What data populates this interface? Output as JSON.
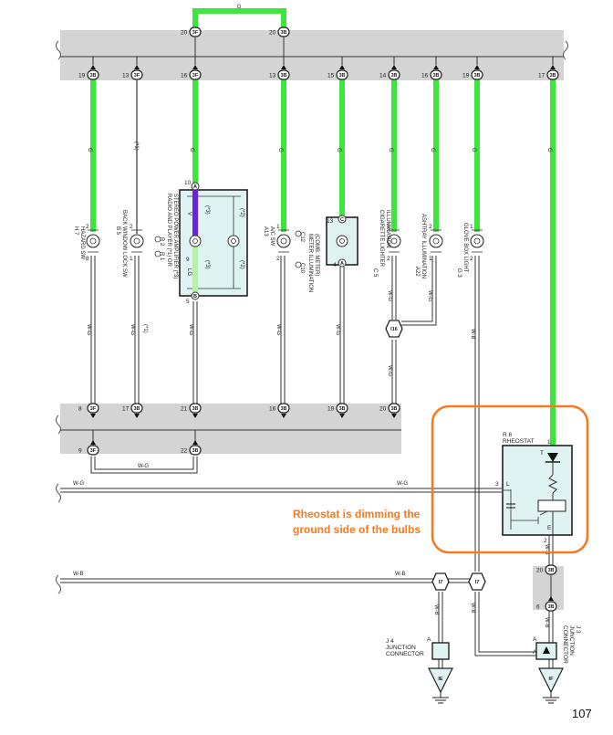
{
  "page_number": "107",
  "annotation": {
    "line1": "Rheostat is dimming the",
    "line2": "ground side of the bulbs"
  },
  "wire_colors": {
    "g": "G",
    "wg": "W-G",
    "wb": "W-B",
    "lg": "LG",
    "v": "V"
  },
  "top_connectors": {
    "top_left": {
      "pin": "20",
      "id": "3F"
    },
    "top_right": {
      "pin": "20",
      "id": "3B"
    },
    "row": [
      {
        "pin": "19",
        "id": "3B"
      },
      {
        "pin": "13",
        "id": "3F"
      },
      {
        "pin": "16",
        "id": "3F"
      },
      {
        "pin": "13",
        "id": "3B"
      },
      {
        "pin": "15",
        "id": "3B"
      },
      {
        "pin": "14",
        "id": "3B"
      },
      {
        "pin": "16",
        "id": "3B"
      },
      {
        "pin": "19",
        "id": "3B"
      },
      {
        "pin": "17",
        "id": "3B"
      }
    ]
  },
  "bottom_connectors": {
    "row": [
      {
        "pin": "8",
        "id": "3F"
      },
      {
        "pin": "17",
        "id": "3B"
      },
      {
        "pin": "21",
        "id": "3B"
      },
      {
        "pin": "16",
        "id": "3B"
      },
      {
        "pin": "19",
        "id": "3B"
      },
      {
        "pin": "20",
        "id": "3B"
      }
    ],
    "lower": [
      {
        "pin": "9",
        "id": "3F"
      },
      {
        "pin": "22",
        "id": "3B"
      }
    ]
  },
  "components": {
    "hazard": {
      "ref": "H 7",
      "name": "HAZARD SW",
      "pin_top": "2",
      "pin_bot": "8"
    },
    "back_window": {
      "ref": "B 5",
      "name": "BACK WINDOW LOCK SW",
      "pin_top": "2",
      "pin_bot": "1"
    },
    "radio": {
      "ref1": "R 1",
      "ref2": "R 2",
      "name1": "RADIO AND PLAYER (*1) OR",
      "name2": "STEREO POWER AMPLIFIER (*3)",
      "pin_top": "10",
      "pin_bot": "5",
      "conn_top": "A",
      "conn_bot": "B",
      "pin_mid": "9",
      "note1": "(*3)",
      "note2": "(*2)",
      "note3": "(*3)",
      "note4": "(*2)"
    },
    "ac": {
      "ref": "A13",
      "name": "A/C SW",
      "pin_top": "1",
      "pin_bot": "2"
    },
    "meter": {
      "ref1": "C10",
      "ref2": "C12",
      "name1": "METER ILLUMINATION",
      "name2": "(COMB. METER)",
      "pin_top": "13",
      "pin_bot": "4",
      "conn_top": "C",
      "conn_bot": "A"
    },
    "cigarette": {
      "ref": "C 5",
      "name1": "CIGARETTE LIGHTER",
      "name2": "ILLUMINATION",
      "pin_top": "1",
      "pin_bot": "2"
    },
    "ashtray": {
      "ref": "A22",
      "name": "ASHTRAY ILLUMINATION",
      "pin_top": "2",
      "pin_bot": "1"
    },
    "glove": {
      "ref": "G 3",
      "name": "GLOVE BOX LIGHT",
      "pin_top": "1",
      "pin_bot": "2"
    },
    "rheostat": {
      "ref": "R 6",
      "name": "RHEOSTAT",
      "pin_t": "T",
      "pin_l": "L",
      "pin_e": "E",
      "pin_1": "1",
      "pin_3": "3",
      "pin_2": "2"
    },
    "junction_i16": {
      "id": "I16"
    },
    "junction_17a": {
      "id": "I7"
    },
    "junction_17b": {
      "id": "I7"
    },
    "j4": {
      "ref": "J 4",
      "name1": "JUNCTION",
      "name2": "CONNECTOR",
      "pin": "A"
    },
    "j3": {
      "ref": "J 3",
      "name1": "JUNCTION",
      "name2": "CONNECTOR",
      "pin_a1": "A",
      "pin_a2": "A"
    },
    "ground_ie": {
      "id": "IE"
    },
    "ground_if": {
      "id": "IF"
    },
    "rh_conn": {
      "pin": "20",
      "id": "3B"
    },
    "rh_conn2": {
      "pin": "6",
      "id": "3B"
    }
  },
  "colors": {
    "green": "#3ce63c",
    "violet": "#6a24e0",
    "light_green": "#b6f2a6",
    "gray_band": "#d4d4d4",
    "orange": "#f47920",
    "connector_fill": "#dff3f3"
  }
}
